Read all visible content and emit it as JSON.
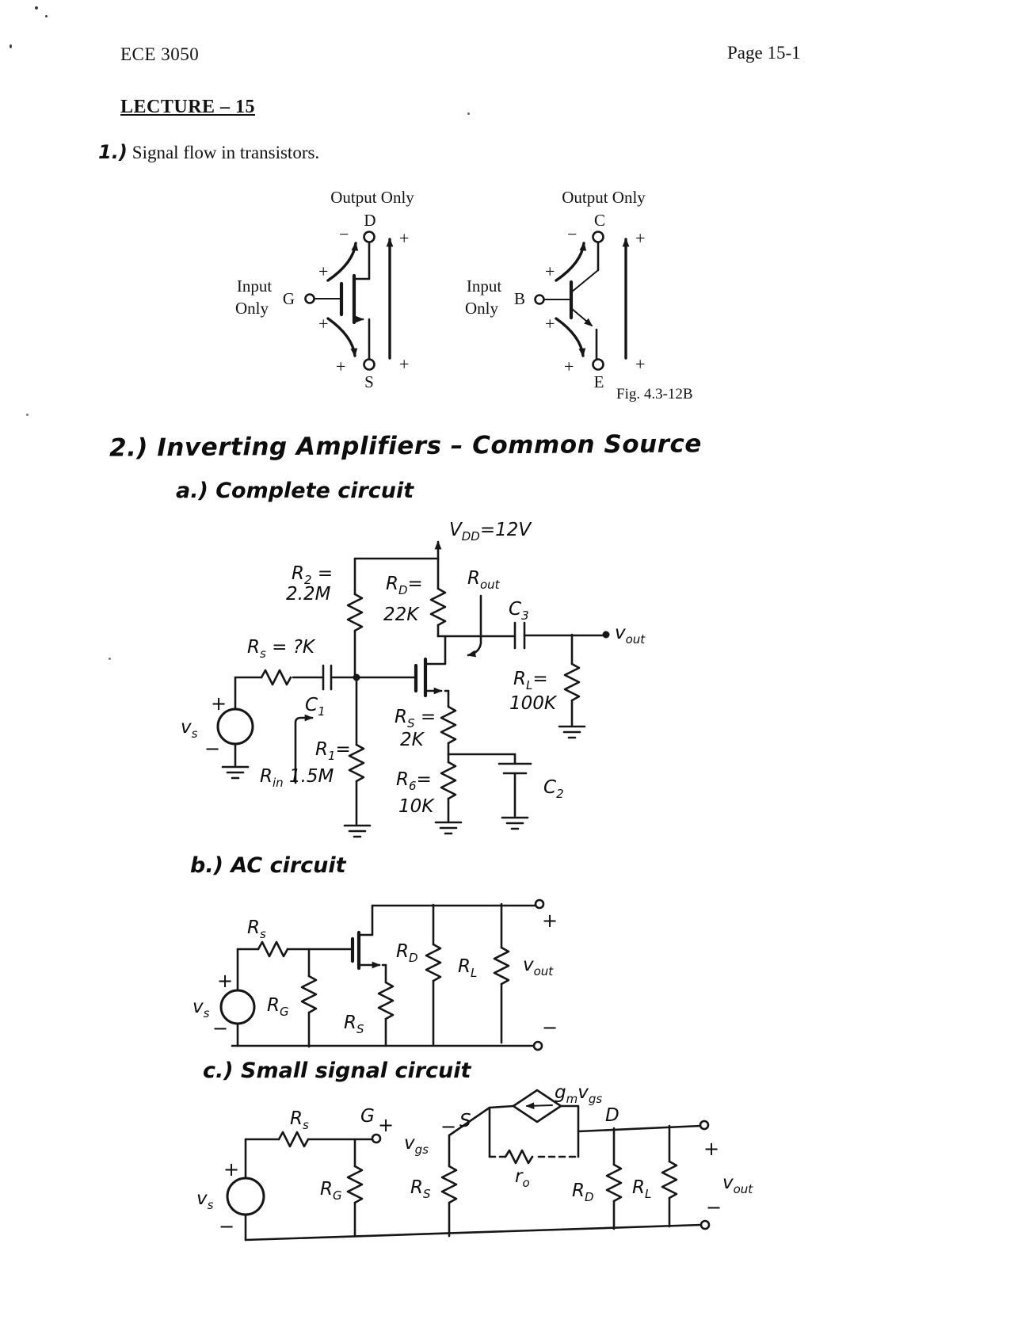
{
  "page": {
    "course": "ECE 3050",
    "page_number": "Page 15-1",
    "lecture_title": "LECTURE – 15",
    "item_number": "1.)",
    "item_text": "Signal flow in transistors.",
    "fig_caption": "Fig. 4.3-12B"
  },
  "sym": {
    "plus": "+",
    "minus": "−"
  },
  "figure": {
    "mosfet": {
      "top": "Output Only",
      "drain": "D",
      "source": "S",
      "gate": "G",
      "input1": "Input",
      "input2": "Only"
    },
    "bjt": {
      "top": "Output Only",
      "collector": "C",
      "emitter": "E",
      "base": "B",
      "input1": "Input",
      "input2": "Only"
    }
  },
  "sections": {
    "s2_num": "2.)",
    "s2_title": "Inverting Amplifiers – Common Source",
    "a_heading": "a.) Complete circuit",
    "b_heading": "b.) AC circuit",
    "c_heading": "c.) Small signal circuit"
  },
  "circuit_a": {
    "vdd": {
      "b": "V",
      "s": "DD",
      "a": "=12V"
    },
    "rout": {
      "b": "R",
      "s": "out",
      "a": ""
    },
    "r2": {
      "b": "R",
      "s": "2",
      "a": " ="
    },
    "r2_val": "2.2M",
    "rd": {
      "b": "R",
      "s": "D",
      "a": "="
    },
    "rd_val": "22K",
    "rs": {
      "b": "R",
      "s": "s",
      "a": " = ?K"
    },
    "c1": {
      "b": "C",
      "s": "1",
      "a": ""
    },
    "vs": {
      "b": "v",
      "s": "s",
      "a": ""
    },
    "r1": {
      "b": "R",
      "s": "1",
      "a": "="
    },
    "rin": {
      "b": "R",
      "s": "in",
      "a": " 1.5M"
    },
    "rs_source": {
      "b": "R",
      "s": "S",
      "a": " ="
    },
    "rs_source_val": "2K",
    "r6": {
      "b": "R",
      "s": "6",
      "a": "="
    },
    "r6_val": "10K",
    "c2": {
      "b": "C",
      "s": "2",
      "a": ""
    },
    "c3": {
      "b": "C",
      "s": "3",
      "a": ""
    },
    "rl": {
      "b": "R",
      "s": "L",
      "a": "="
    },
    "rl_val": "100K",
    "vout": {
      "b": "v",
      "s": "out",
      "a": ""
    }
  },
  "circuit_b": {
    "rs": {
      "b": "R",
      "s": "s",
      "a": ""
    },
    "rg": {
      "b": "R",
      "s": "G",
      "a": ""
    },
    "rs_source": {
      "b": "R",
      "s": "S",
      "a": ""
    },
    "rd": {
      "b": "R",
      "s": "D",
      "a": ""
    },
    "rl": {
      "b": "R",
      "s": "L",
      "a": ""
    },
    "vs": {
      "b": "v",
      "s": "s",
      "a": ""
    },
    "vout": {
      "b": "v",
      "s": "out",
      "a": ""
    }
  },
  "circuit_c": {
    "rs": {
      "b": "R",
      "s": "s",
      "a": ""
    },
    "rg": {
      "b": "R",
      "s": "G",
      "a": ""
    },
    "gate": "G",
    "vgs": {
      "b": "v",
      "s": "gs",
      "a": ""
    },
    "source": "S",
    "drain": "D",
    "rs_source": {
      "b": "R",
      "s": "S",
      "a": ""
    },
    "gm": {
      "b": "g",
      "s": "m",
      "a": ""
    },
    "gm_vgs": {
      "b": "v",
      "s": "gs",
      "a": ""
    },
    "ro": {
      "b": "r",
      "s": "o",
      "a": ""
    },
    "rd": {
      "b": "R",
      "s": "D",
      "a": ""
    },
    "rl": {
      "b": "R",
      "s": "L",
      "a": ""
    },
    "vs": {
      "b": "v",
      "s": "s",
      "a": ""
    },
    "vout": {
      "b": "v",
      "s": "out",
      "a": ""
    }
  }
}
